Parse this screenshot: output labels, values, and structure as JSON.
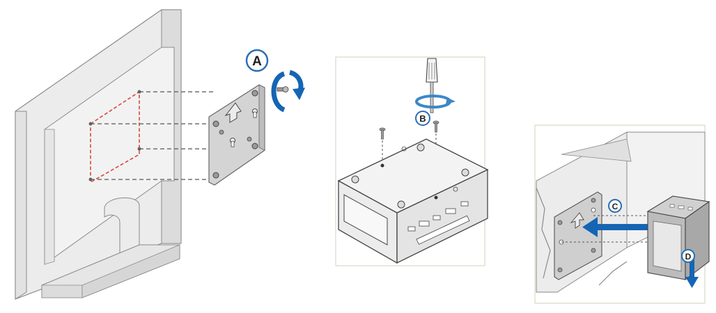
{
  "diagram": {
    "steps": [
      {
        "id": "A",
        "label": "A"
      },
      {
        "id": "B",
        "label": "B"
      },
      {
        "id": "C",
        "label": "C"
      },
      {
        "id": "D",
        "label": "D"
      }
    ]
  },
  "colors": {
    "arrow_blue": "#1565b4",
    "arrow_blue_light": "#3b87c8",
    "monitor_fill": "#ececec",
    "line_gray": "#8a8a8a",
    "dashed_red": "#d9463a",
    "panel_border": "#d8d8c8",
    "badge_ring": "#2a6fb5"
  },
  "icons": [
    "rotate-arrow-icon",
    "screwdriver-icon",
    "screw-icon",
    "mounting-plate-icon",
    "mini-pc-icon",
    "monitor-icon"
  ]
}
